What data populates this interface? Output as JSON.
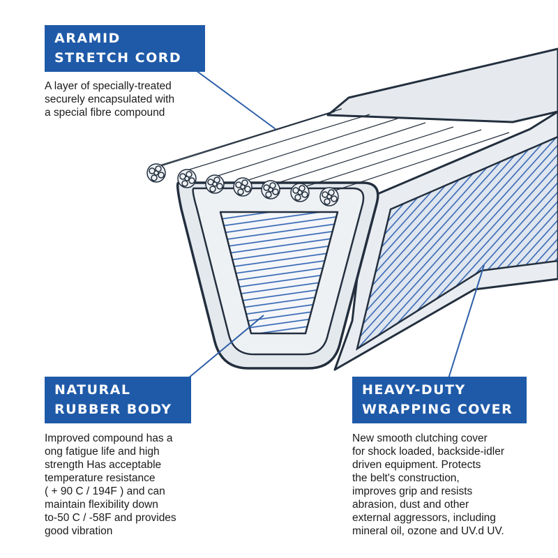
{
  "colors": {
    "badge_bg": "#1f5aa8",
    "badge_text": "#ffffff",
    "leader_line": "#2d5fa8",
    "belt_fill": "#e4e9ee",
    "belt_outline": "#232f3e",
    "hatch_blue": "#2a5fb0",
    "cord_fill": "#eef1f4"
  },
  "callouts": {
    "cord": {
      "title_lines": [
        "ARAMID",
        "STRETCH CORD"
      ],
      "text_lines": [
        "A layer of specially-treated",
        "securely encapsulated with",
        "a special fibre compound"
      ]
    },
    "body": {
      "title_lines": [
        "NATURAL",
        "RUBBER BODY"
      ],
      "text_lines": [
        "Improved compound has a",
        "ong fatigue life and high",
        "strength Has acceptable",
        "temperature resistance",
        "( + 90 C / 194F ) and can",
        "maintain flexibility down",
        "to-50 C / -58F and provides",
        "good vibration"
      ]
    },
    "cover": {
      "title_lines": [
        "HEAVY-DUTY",
        "WRAPPING COVER"
      ],
      "text_lines": [
        "New smooth clutching cover",
        "for shock loaded, backside-idler",
        "driven equipment. Protects",
        "the belt's construction,",
        "improves grip and resists",
        "abrasion, dust and other",
        "external aggressors, including",
        "mineral oil, ozone and UV.d UV."
      ]
    }
  }
}
